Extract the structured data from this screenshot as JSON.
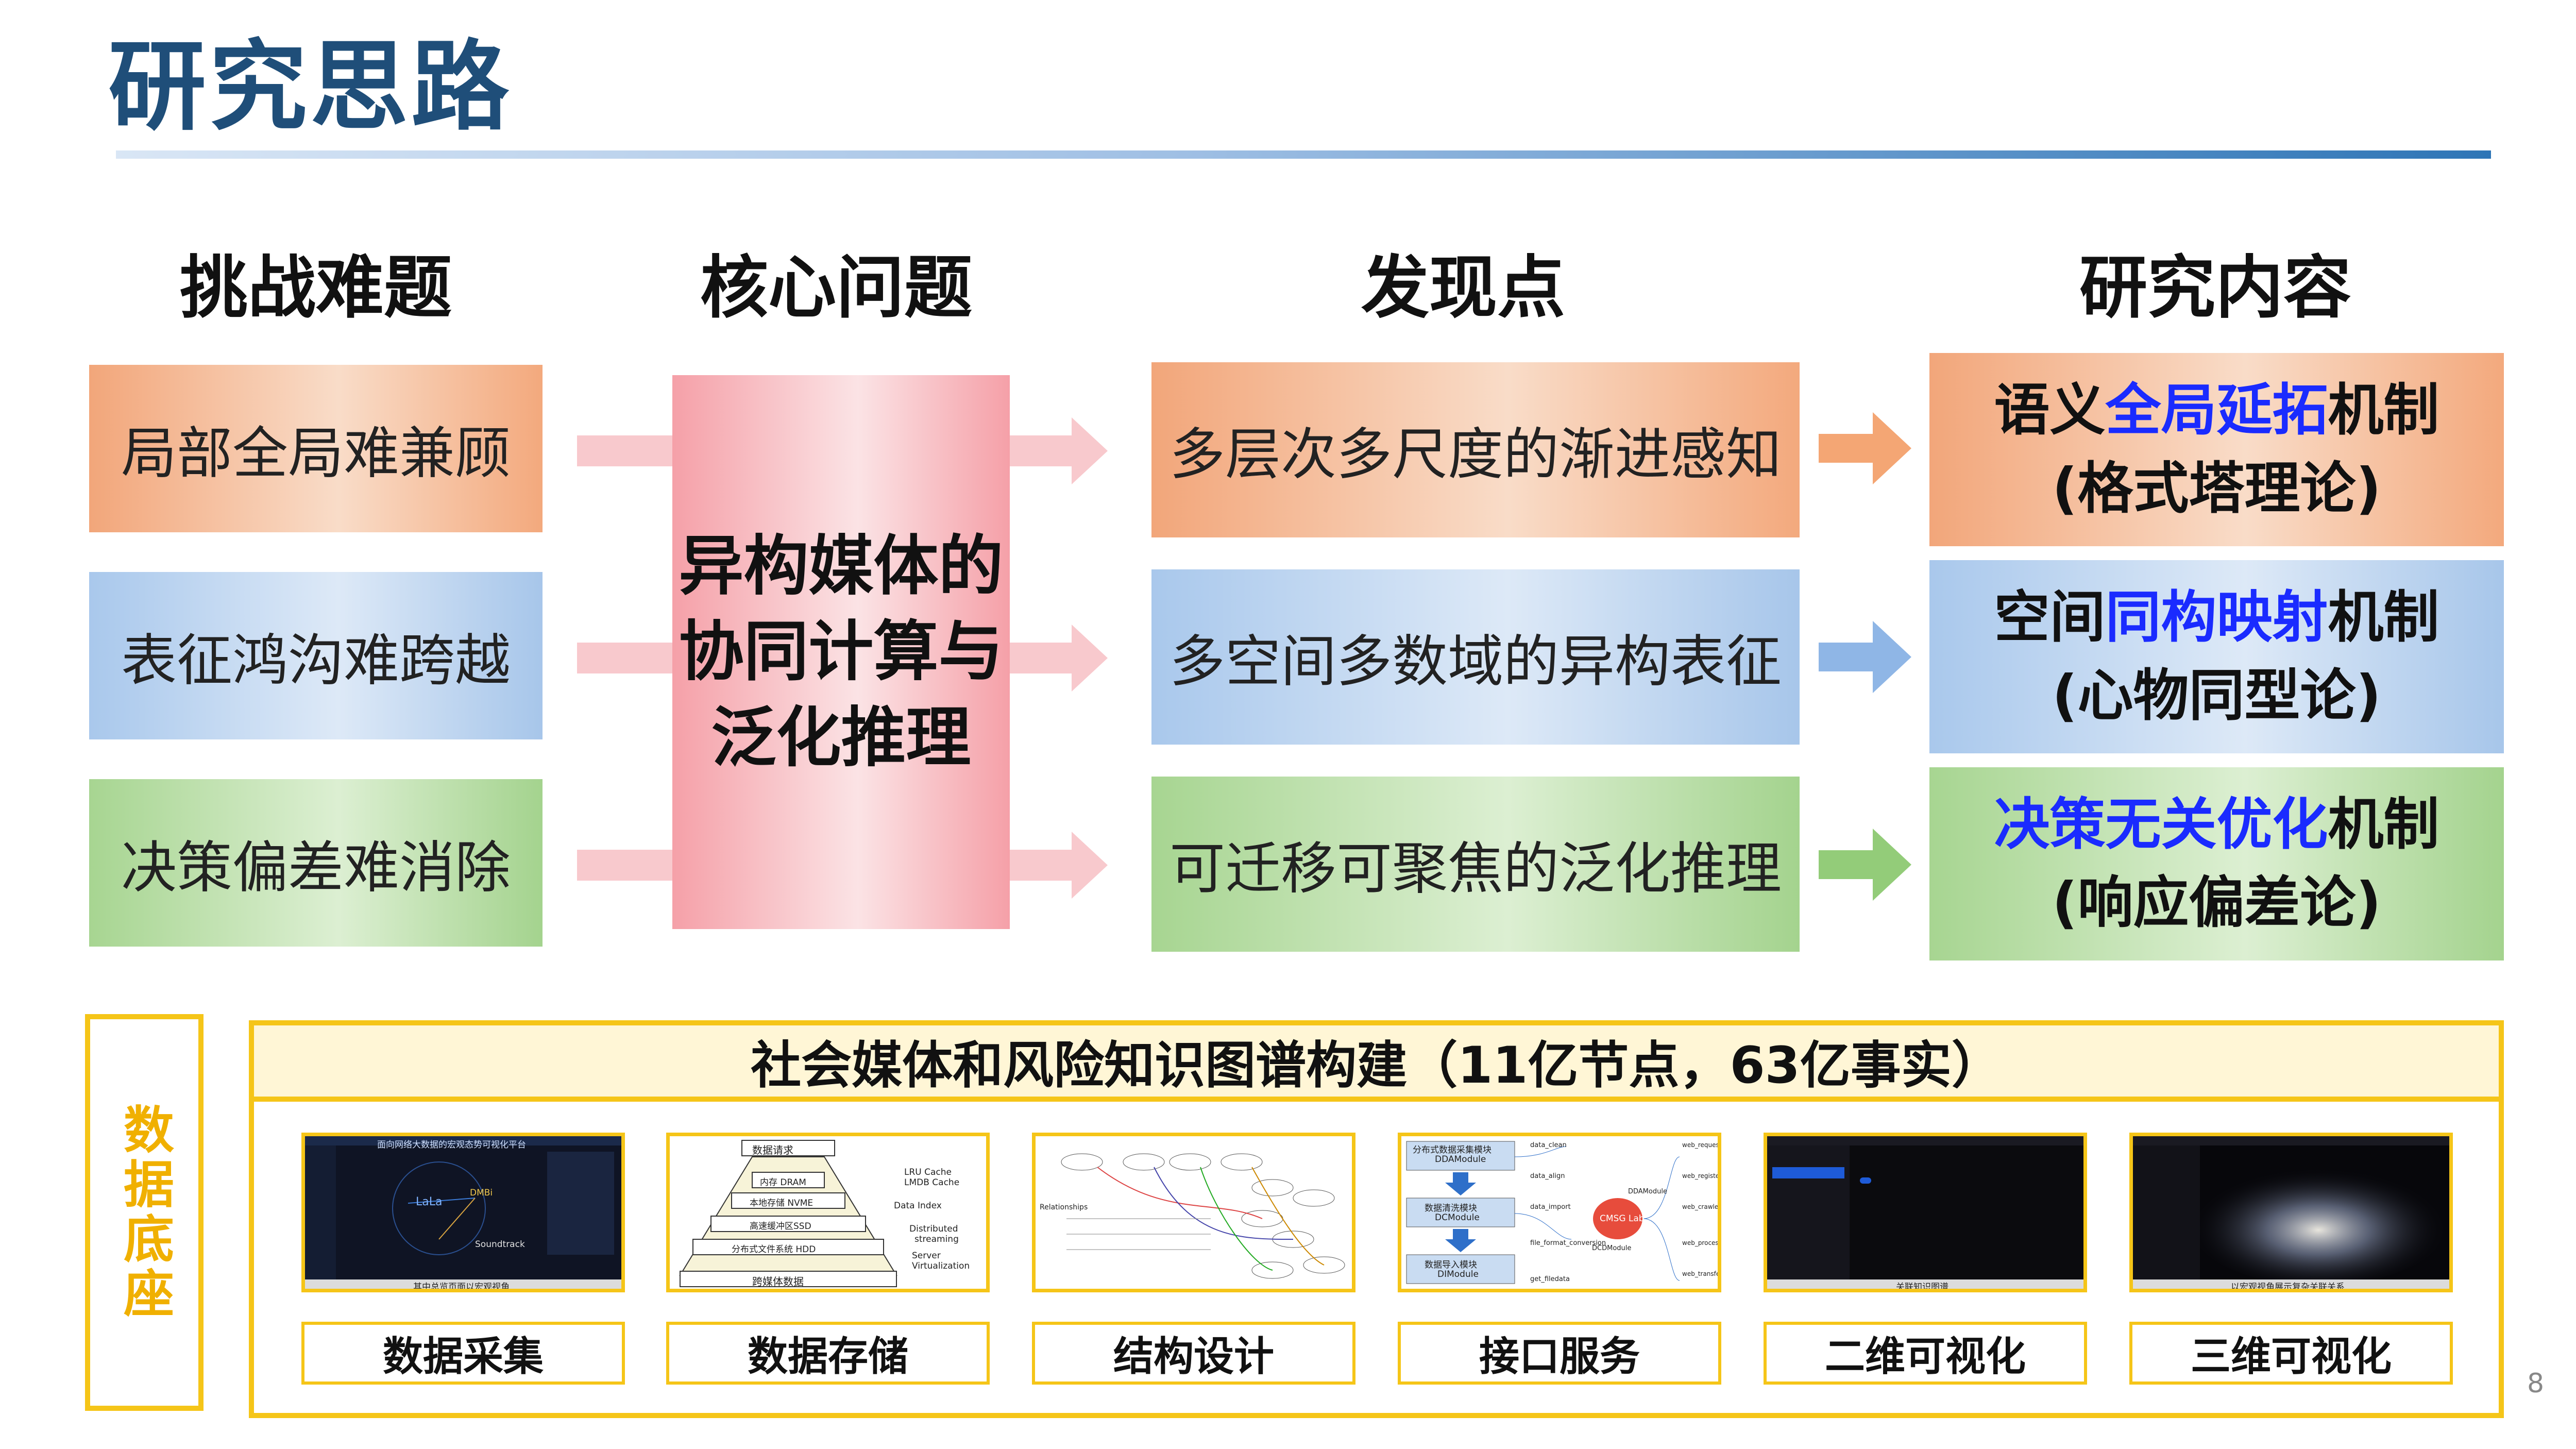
{
  "title": "研究思路",
  "columns": {
    "challenges": "挑战难题",
    "core": "核心问题",
    "findings": "发现点",
    "research": "研究内容"
  },
  "challenges": [
    "局部全局难兼顾",
    "表征鸿沟难跨越",
    "决策偏差难消除"
  ],
  "core_problem": [
    "异构媒体的",
    "协同计算与",
    "泛化推理"
  ],
  "findings": [
    "多层次多尺度的渐进感知",
    "多空间多数域的异构表征",
    "可迁移可聚焦的泛化推理"
  ],
  "research": [
    {
      "pre": "语义",
      "highlight": "全局延拓",
      "post": "机制",
      "sub": "(格式塔理论)"
    },
    {
      "pre": "空间",
      "highlight": "同构映射",
      "post": "机制",
      "sub": "(心物同型论)"
    },
    {
      "pre": "",
      "highlight": "决策无关优化",
      "post": "机制",
      "sub": "(响应偏差论)"
    }
  ],
  "colors": {
    "title": "#1f4e79",
    "highlight": "#1a2bff",
    "frame": "#f5c518",
    "base_label": "#f0b000"
  },
  "data_base": {
    "label": "数据底座",
    "kg_title": "社会媒体和风险知识图谱构建（11亿节点，63亿事实）",
    "items": [
      {
        "caption": "数据采集",
        "thumb": {
          "header": "面向网络大数据的宏观态势可视化平台",
          "nodes": [
            "LaLa",
            "DMBi",
            "Soundtrack"
          ],
          "footer": "其中总览页面以宏观视角"
        }
      },
      {
        "caption": "数据存储",
        "thumb": {
          "top": "数据请求",
          "layers": [
            "内存 DRAM",
            "本地存储 NVME",
            "高速缓冲区SSD",
            "分布式文件系统 HDD"
          ],
          "bottom": "跨媒体数据",
          "side": [
            "LRU Cache",
            "LMDB Cache",
            "Data Index",
            "Distributed",
            "streaming",
            "Server",
            "Virtualization"
          ]
        }
      },
      {
        "caption": "结构设计",
        "thumb": {
          "label": "Relationships"
        }
      },
      {
        "caption": "接口服务",
        "thumb": {
          "modules": [
            "分布式数据采集模块",
            "DDAModule",
            "数据清洗模块",
            "DCModule",
            "数据导入模块",
            "DIModule"
          ],
          "center": "CMSG Lab",
          "labels": [
            "data_clean",
            "data_align",
            "data_import",
            "file_format_conversion",
            "get_filedata",
            "DDAModule",
            "DCDModule",
            "web_request",
            "web_register",
            "web_crawler",
            "web_process",
            "web_transfer"
          ]
        }
      },
      {
        "caption": "二维可视化",
        "thumb": {
          "footer": "关联知识图谱"
        }
      },
      {
        "caption": "三维可视化",
        "thumb": {
          "footer": "以宏观视角展示复杂关联关系"
        }
      }
    ]
  },
  "page_number": "8"
}
